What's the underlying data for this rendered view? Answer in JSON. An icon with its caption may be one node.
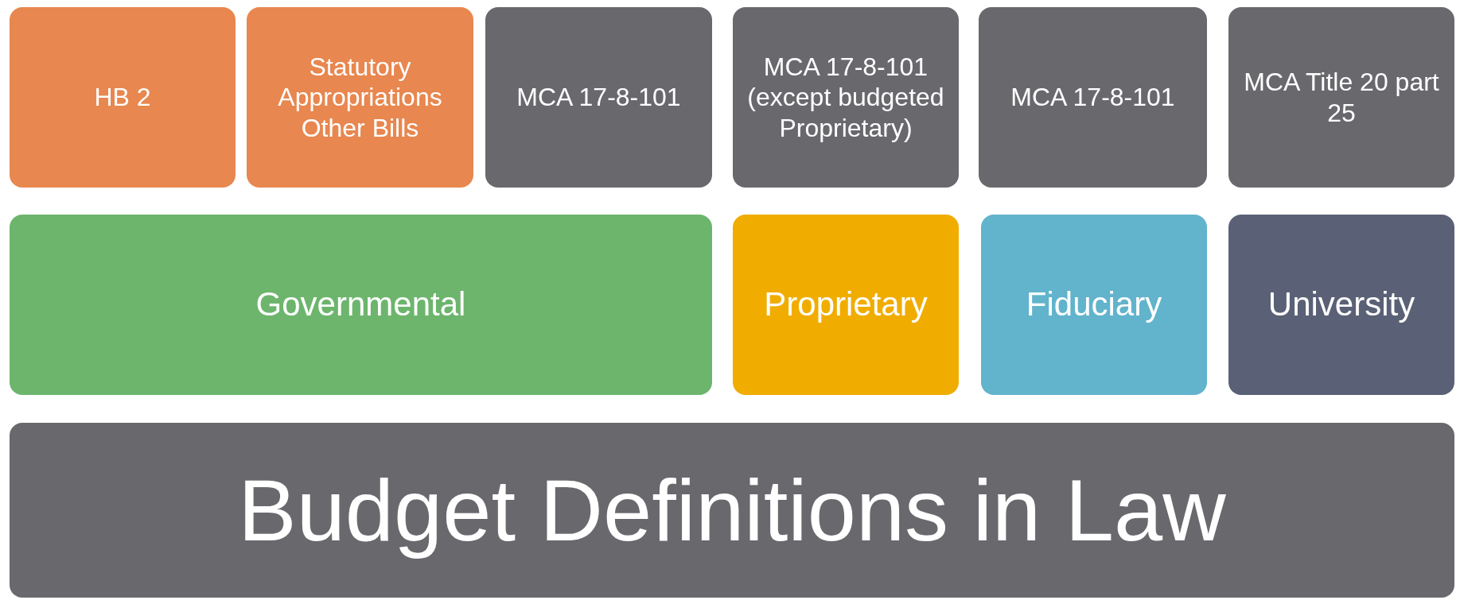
{
  "diagram": {
    "nodes": [
      {
        "text": [
          "HB 2"
        ]
      },
      {
        "text": [
          "Statutory Appropriations Other Bills"
        ]
      },
      {
        "text": [
          "MCA 17-8-101"
        ]
      },
      {
        "text": [
          "MCA 17-8-101 (except budgeted Proprietary)"
        ]
      },
      {
        "text": [
          "MCA 17-8-101"
        ]
      },
      {
        "text": [
          "MCA Title 20 part 25"
        ]
      },
      {
        "text": [
          "Governmental"
        ]
      },
      {
        "text": [
          "Proprietary"
        ]
      },
      {
        "text": [
          "Fiduciary"
        ]
      },
      {
        "text": [
          "University"
        ]
      },
      {
        "text": [
          "Budget Definitions in Law"
        ]
      }
    ]
  }
}
